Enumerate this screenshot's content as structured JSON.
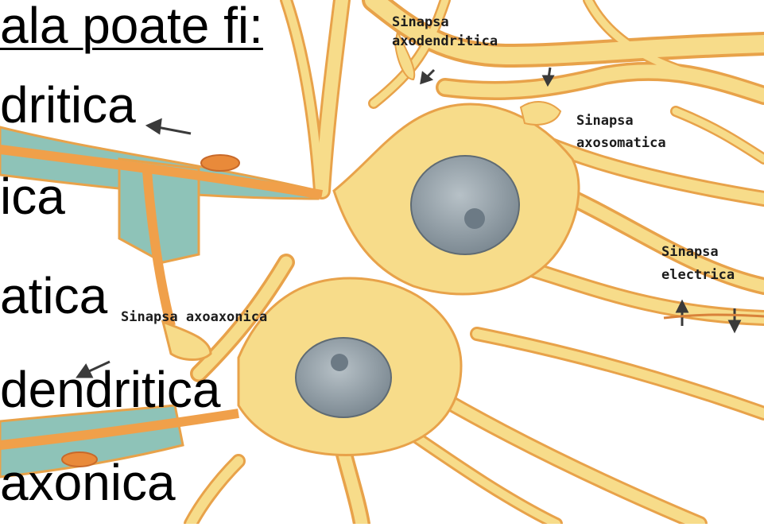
{
  "slide": {
    "lines": [
      "ala poate fi:",
      "dritica",
      "ica",
      "atica",
      "dendritica",
      "axonica"
    ]
  },
  "labels": {
    "axodendritica_line1": "Sinapsa",
    "axodendritica_line2": "axodendritica",
    "axosomatica_line1": "Sinapsa",
    "axosomatica_line2": "axosomatica",
    "electrica_line1": "Sinapsa",
    "electrica_line2": "electrica",
    "axoaxonica": "Sinapsa axoaxonica"
  },
  "colors": {
    "neuron_fill": "#f7dc8a",
    "neuron_edge": "#e8a24a",
    "axon_core": "#f0a04a",
    "myelin": "#8ec3b8",
    "nucleus": "#8e9aa3"
  }
}
